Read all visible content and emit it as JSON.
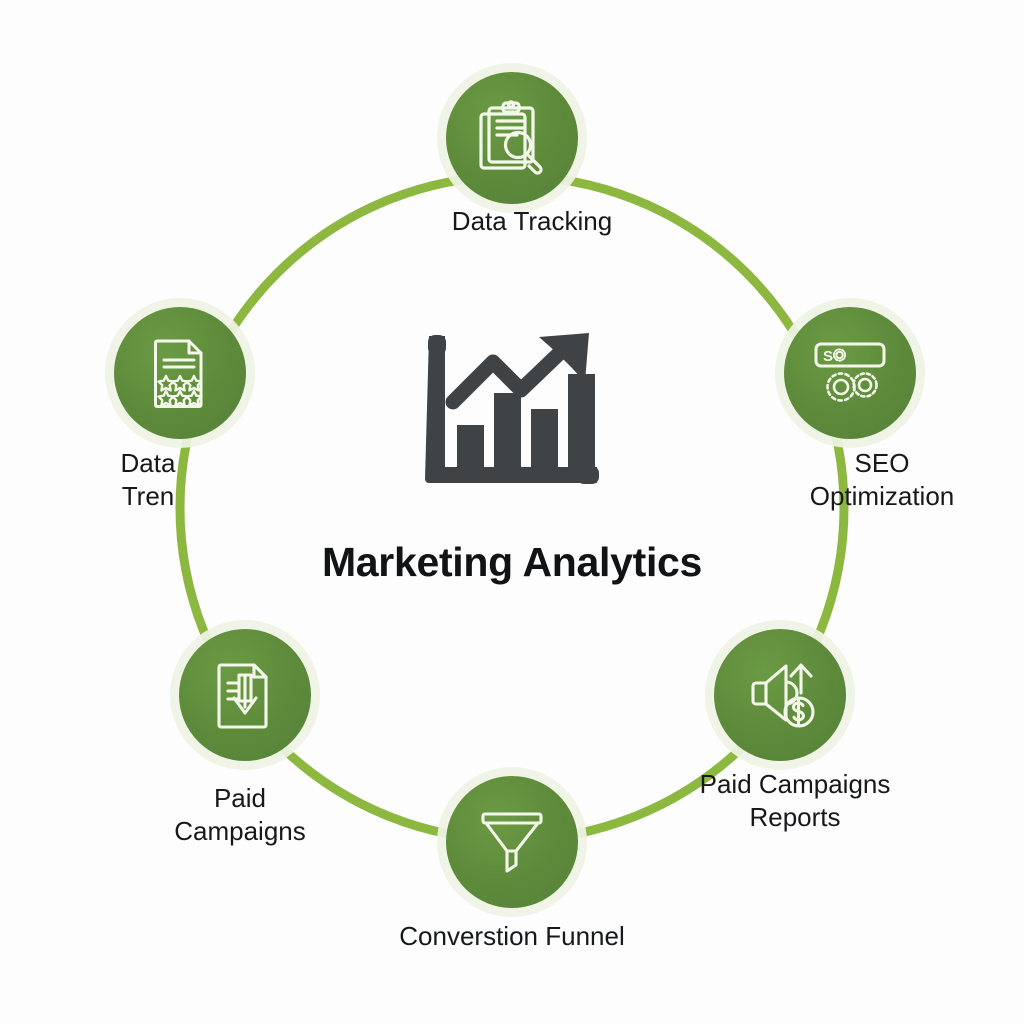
{
  "diagram": {
    "type": "cycle-diagram",
    "title": "Marketing Analytics",
    "background_color": "#fdfdfd",
    "ring_color": "#8DB83F",
    "node_fill_color": "#5D8A3A",
    "node_halo_color": "#EEF3E4",
    "label_color": "#16181A",
    "center_icon_color": "#3F4346",
    "center": {
      "title": "Marketing Analytics",
      "icon": "bar-chart-growth-arrow-icon"
    },
    "nodes": [
      {
        "id": "data-tracking",
        "label": "Data Tracking",
        "icon": "clipboard-magnifier-icon",
        "position": "top"
      },
      {
        "id": "seo-optimization",
        "label": "SEO\nOptimization",
        "icon": "search-bar-gears-icon",
        "icon_text": "SO",
        "position": "right-upper"
      },
      {
        "id": "paid-campaigns-reports",
        "label": "Paid Campaigns\nReports",
        "icon": "megaphone-dollar-arrow-icon",
        "position": "right-lower"
      },
      {
        "id": "conversion-funnel",
        "label": "Converstion Funnel",
        "icon": "funnel-icon",
        "position": "bottom"
      },
      {
        "id": "paid-campaigns",
        "label": "Paid\nCampaigns",
        "icon": "document-download-arrow-icon",
        "position": "left-lower"
      },
      {
        "id": "data-trends",
        "label": "Data\nTren",
        "icon": "document-star-rating-icon",
        "position": "left-upper"
      }
    ]
  }
}
